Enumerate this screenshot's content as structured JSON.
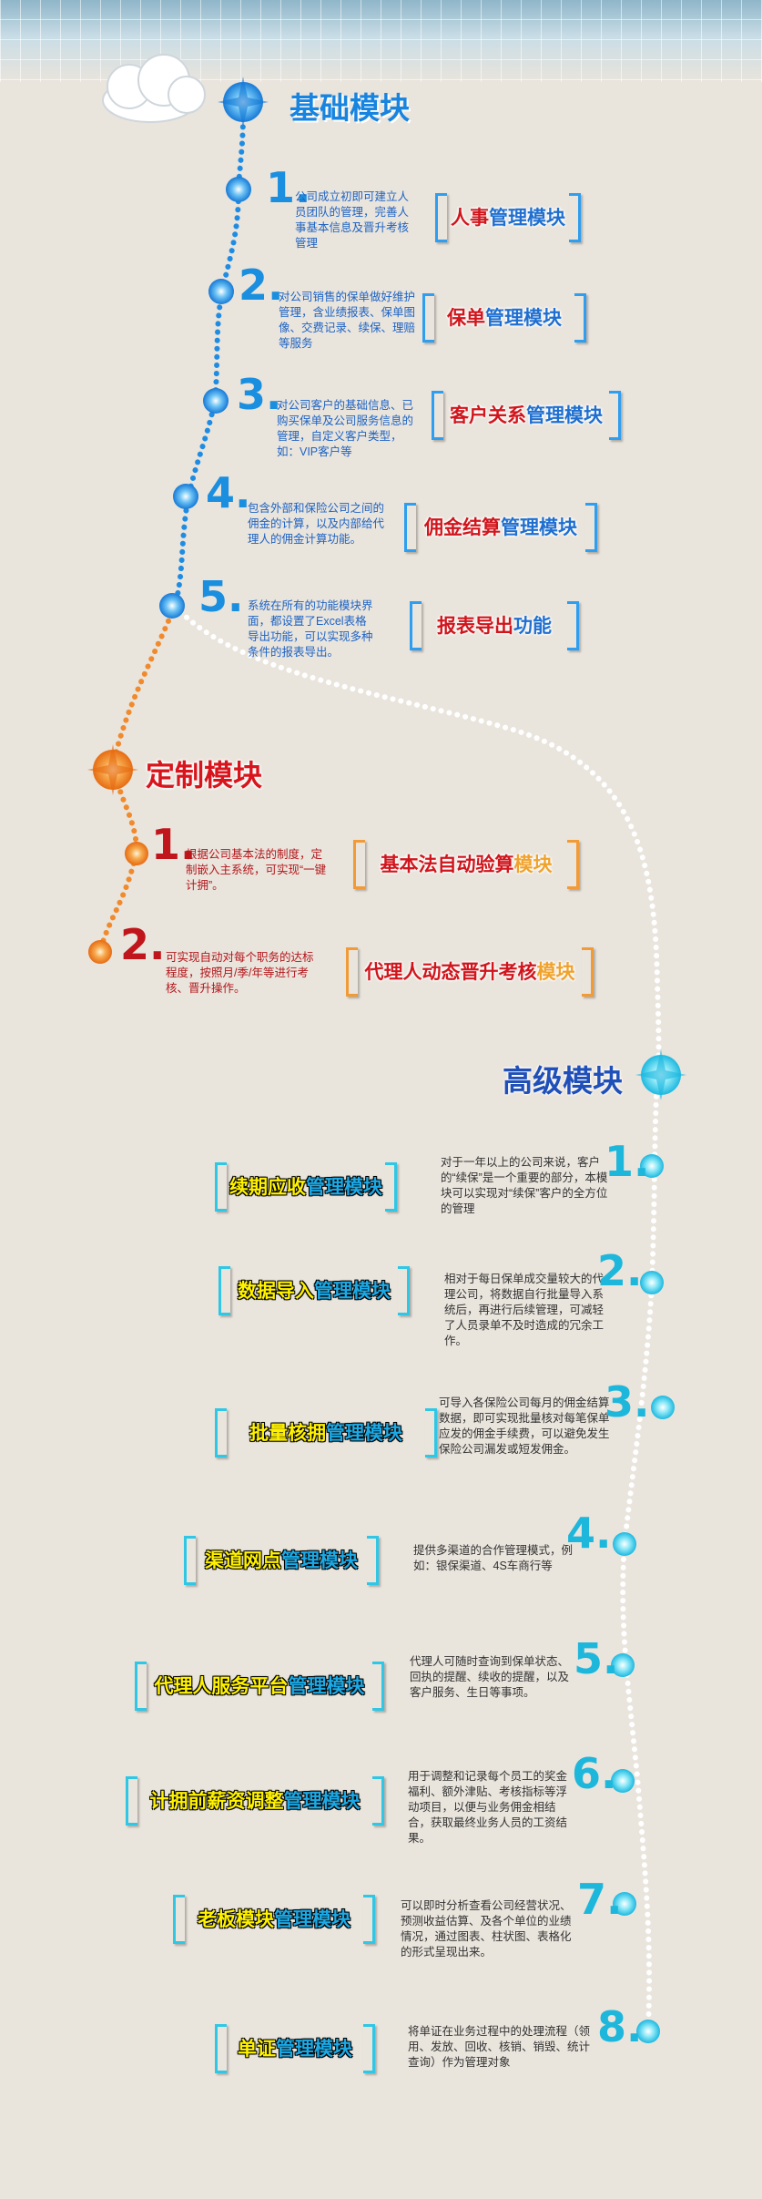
{
  "basic": {
    "title": "基础模块",
    "items": [
      {
        "num": "1.",
        "desc": "公司成立初即可建立人员团队的管理，完善人事基本信息及晋升考核管理",
        "tag_a": "人事",
        "tag_b": "管理模块"
      },
      {
        "num": "2.",
        "desc": "对公司销售的保单做好维护管理，含业绩报表、保单图像、交费记录、续保、理赔等服务",
        "tag_a": "保单",
        "tag_b": "管理模块"
      },
      {
        "num": "3.",
        "desc": "对公司客户的基础信息、已购买保单及公司服务信息的管理，自定义客户类型，如：VIP客户等",
        "tag_a": "客户关系",
        "tag_b": "管理模块"
      },
      {
        "num": "4.",
        "desc": "包含外部和保险公司之间的佣金的计算，以及内部给代理人的佣金计算功能。",
        "tag_a": "佣金结算",
        "tag_b": "管理模块"
      },
      {
        "num": "5.",
        "desc": "系统在所有的功能模块界面，都设置了Excel表格导出功能，可以实现多种条件的报表导出。",
        "tag_a": "报表导出",
        "tag_b": "功能"
      }
    ]
  },
  "custom": {
    "title": "定制模块",
    "items": [
      {
        "num": "1.",
        "desc": "根据公司基本法的制度，定制嵌入主系统，可实现“一键计拥”。",
        "tag_a": "基本法自动验算",
        "tag_b": "模块"
      },
      {
        "num": "2.",
        "desc": "可实现自动对每个职务的达标程度，按照月/季/年等进行考核、晋升操作。",
        "tag_a": "代理人动态晋升考核",
        "tag_b": "模块"
      }
    ]
  },
  "advanced": {
    "title": "高级模块",
    "items": [
      {
        "num": "1.",
        "desc": "对于一年以上的公司来说，客户的“续保”是一个重要的部分，本模块可以实现对“续保”客户的全方位的管理",
        "tag_a": "续期应收",
        "tag_b": "管理模块"
      },
      {
        "num": "2.",
        "desc": "相对于每日保单成交量较大的代理公司，将数据自行批量导入系统后，再进行后续管理，可减轻了人员录单不及时造成的冗余工作。",
        "tag_a": "数据导入",
        "tag_b": "管理模块"
      },
      {
        "num": "3.",
        "desc": "可导入各保险公司每月的佣金结算数据，即可实现批量核对每笔保单应发的佣金手续费，可以避免发生保险公司漏发或短发佣金。",
        "tag_a": "批量核拥",
        "tag_b": "管理模块"
      },
      {
        "num": "4.",
        "desc": "提供多渠道的合作管理模式，例如：银保渠道、4S车商行等",
        "tag_a": "渠道网点",
        "tag_b": "管理模块"
      },
      {
        "num": "5.",
        "desc": "代理人可随时查询到保单状态、回执的提醒、续收的提醒，以及客户服务、生日等事项。",
        "tag_a": "代理人服务平台",
        "tag_b": "管理模块"
      },
      {
        "num": "6.",
        "desc": "用于调整和记录每个员工的奖金福利、额外津贴、考核指标等浮动项目，以便与业务佣金相结合，获取最终业务人员的工资结果。",
        "tag_a": "计拥前薪资调整",
        "tag_b": "管理模块"
      },
      {
        "num": "7.",
        "desc": "可以即时分析查看公司经营状况、预测收益估算、及各个单位的业绩情况，通过图表、柱状图、表格化的形式呈现出来。",
        "tag_a": "老板模块",
        "tag_b": "管理模块"
      },
      {
        "num": "8.",
        "desc": "将单证在业务过程中的处理流程（领用、发放、回收、核销、销毁、统计查询）作为管理对象",
        "tag_a": "单证",
        "tag_b": "管理模块"
      }
    ]
  },
  "colors": {
    "blue": "#1a8fe0",
    "orange": "#f08a2c",
    "cyan": "#2ec7e6",
    "red": "#c0151a"
  },
  "icons": {
    "node": "compass-star-icon",
    "cloud": "cloud-icon"
  }
}
